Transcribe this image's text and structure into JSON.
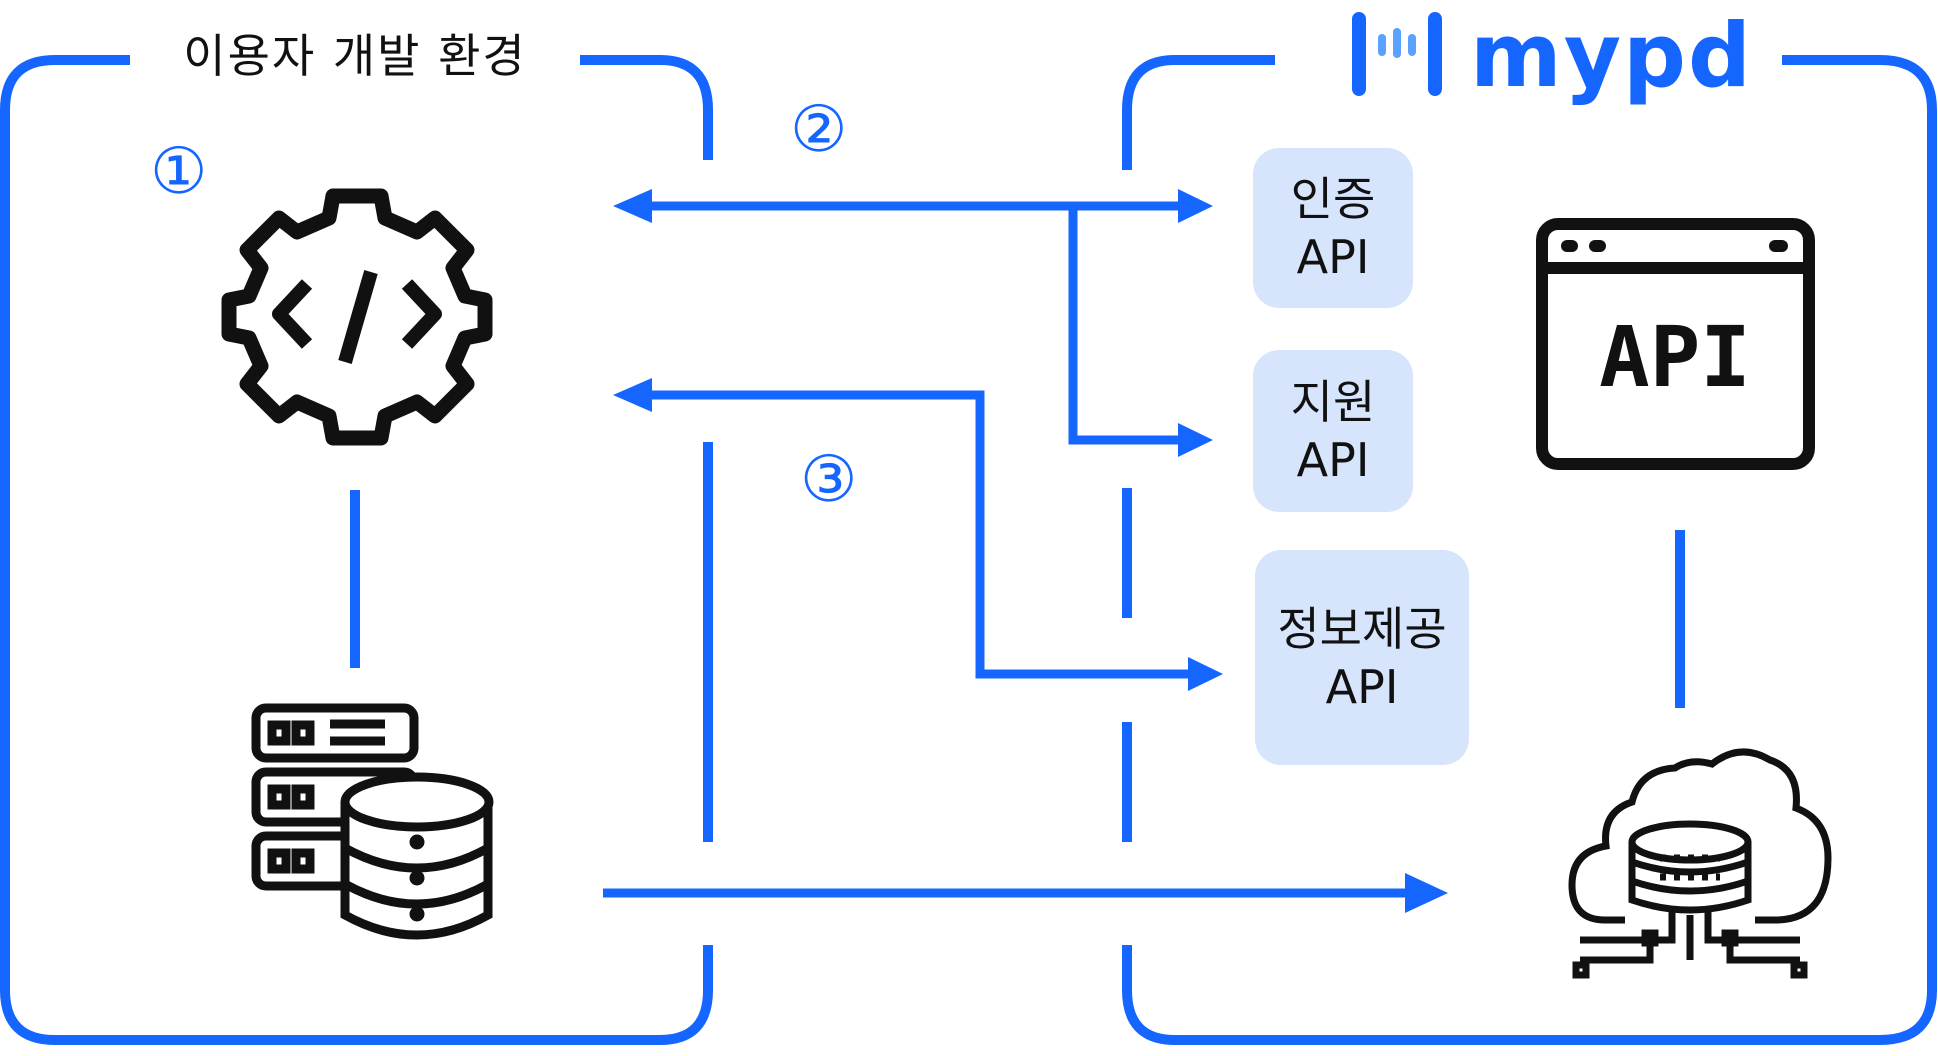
{
  "left_group": {
    "title": "이용자 개발 환경"
  },
  "right_group": {
    "brand": "mypd"
  },
  "steps": {
    "one": "①",
    "two": "②",
    "three": "③"
  },
  "apis": [
    {
      "line1": "인증",
      "line2": "API"
    },
    {
      "line1": "지원",
      "line2": "API"
    },
    {
      "line1": "정보제공",
      "line2": "API"
    }
  ],
  "api_window": {
    "label": "API"
  },
  "colors": {
    "accent": "#1466ff",
    "api_box": "#d6e4fc",
    "icon": "#111111"
  },
  "icons": [
    "code-gear-icon",
    "server-database-icon",
    "api-window-icon",
    "cloud-server-icon",
    "mypd-logo-icon"
  ]
}
